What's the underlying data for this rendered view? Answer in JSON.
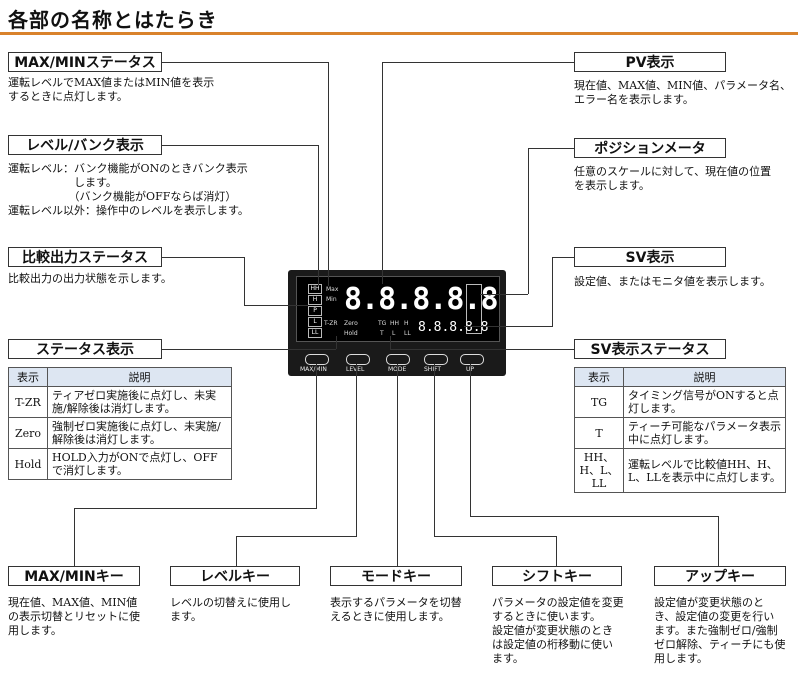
{
  "title": "各部の名称とはたらき",
  "labels": {
    "maxmin_status": "MAX/MINステータス",
    "level_bank": "レベル/バンク表示",
    "compare_status": "比較出力ステータス",
    "status_display": "ステータス表示",
    "pv": "PV表示",
    "position_meter": "ポジションメータ",
    "sv": "SV表示",
    "sv_status": "SV表示ステータス",
    "maxmin_key": "MAX/MINキー",
    "level_key": "レベルキー",
    "mode_key": "モードキー",
    "shift_key": "シフトキー",
    "up_key": "アップキー"
  },
  "desc": {
    "maxmin_status": "運転レベルでMAX値またはMIN値を表示\nするときに点灯します。",
    "level_bank": "運転レベル：バンク機能がONのときバンク表示\n　　　　　　します。\n　　　　　　（バンク機能がOFFならば消灯）\n運転レベル以外：操作中のレベルを表示します。",
    "compare_status": "比較出力の出力状態を示します。",
    "pv": "現在値、MAX値、MIN値、パラメータ名、\nエラー名を表示します。",
    "position_meter": "任意のスケールに対して、現在値の位置\nを表示します。",
    "sv": "設定値、またはモニタ値を表示します。",
    "maxmin_key": "現在値、MAX値、MIN値\nの表示切替とリセットに使\n用します。",
    "level_key": "レベルの切替えに使用し\nます。",
    "mode_key": "表示するパラメータを切替\nえるときに使用します。",
    "shift_key": "パラメータの設定値を変更\nするときに使います。\n設定値が変更状態のとき\nは設定値の桁移動に使い\nます。",
    "up_key": "設定値が変更状態のと\nき、設定値の変更を行い\nます。また強制ゼロ/強制\nゼロ解除、ティーチにも使\n用します。"
  },
  "status_table": {
    "headers": [
      "表示",
      "説明"
    ],
    "rows": [
      {
        "k": "T-ZR",
        "v": "ティアゼロ実施後に点灯し、未実施/解除後は消灯します。"
      },
      {
        "k": "Zero",
        "v": "強制ゼロ実施後に点灯し、未実施/解除後は消灯します。"
      },
      {
        "k": "Hold",
        "v": "HOLD入力がONで点灯し、OFFで消灯します。"
      }
    ]
  },
  "sv_table": {
    "headers": [
      "表示",
      "説明"
    ],
    "rows": [
      {
        "k": "TG",
        "v": "タイミング信号がONすると点灯します。"
      },
      {
        "k": "T",
        "v": "ティーチ可能なパラメータ表示中に点灯します。"
      },
      {
        "k": "HH、H、L、LL",
        "v": "運転レベルで比較値HH、H、L、LLを表示中に点灯します。"
      }
    ]
  },
  "device": {
    "pv_digits": "8.8.8.8.8",
    "sv_digits": "8.8.8.8.8",
    "compare_inds": [
      "HH",
      "H",
      "P",
      "L",
      "LL"
    ],
    "status_inds": [
      "T-ZR",
      "Zero",
      "Hold"
    ],
    "sv_inds": [
      "TG",
      "HH",
      "H",
      "T",
      "L",
      "LL"
    ],
    "max": "Max",
    "min": "Min",
    "keys": [
      "MAX/MIN",
      "LEVEL",
      "MODE",
      "SHIFT",
      "UP"
    ]
  }
}
